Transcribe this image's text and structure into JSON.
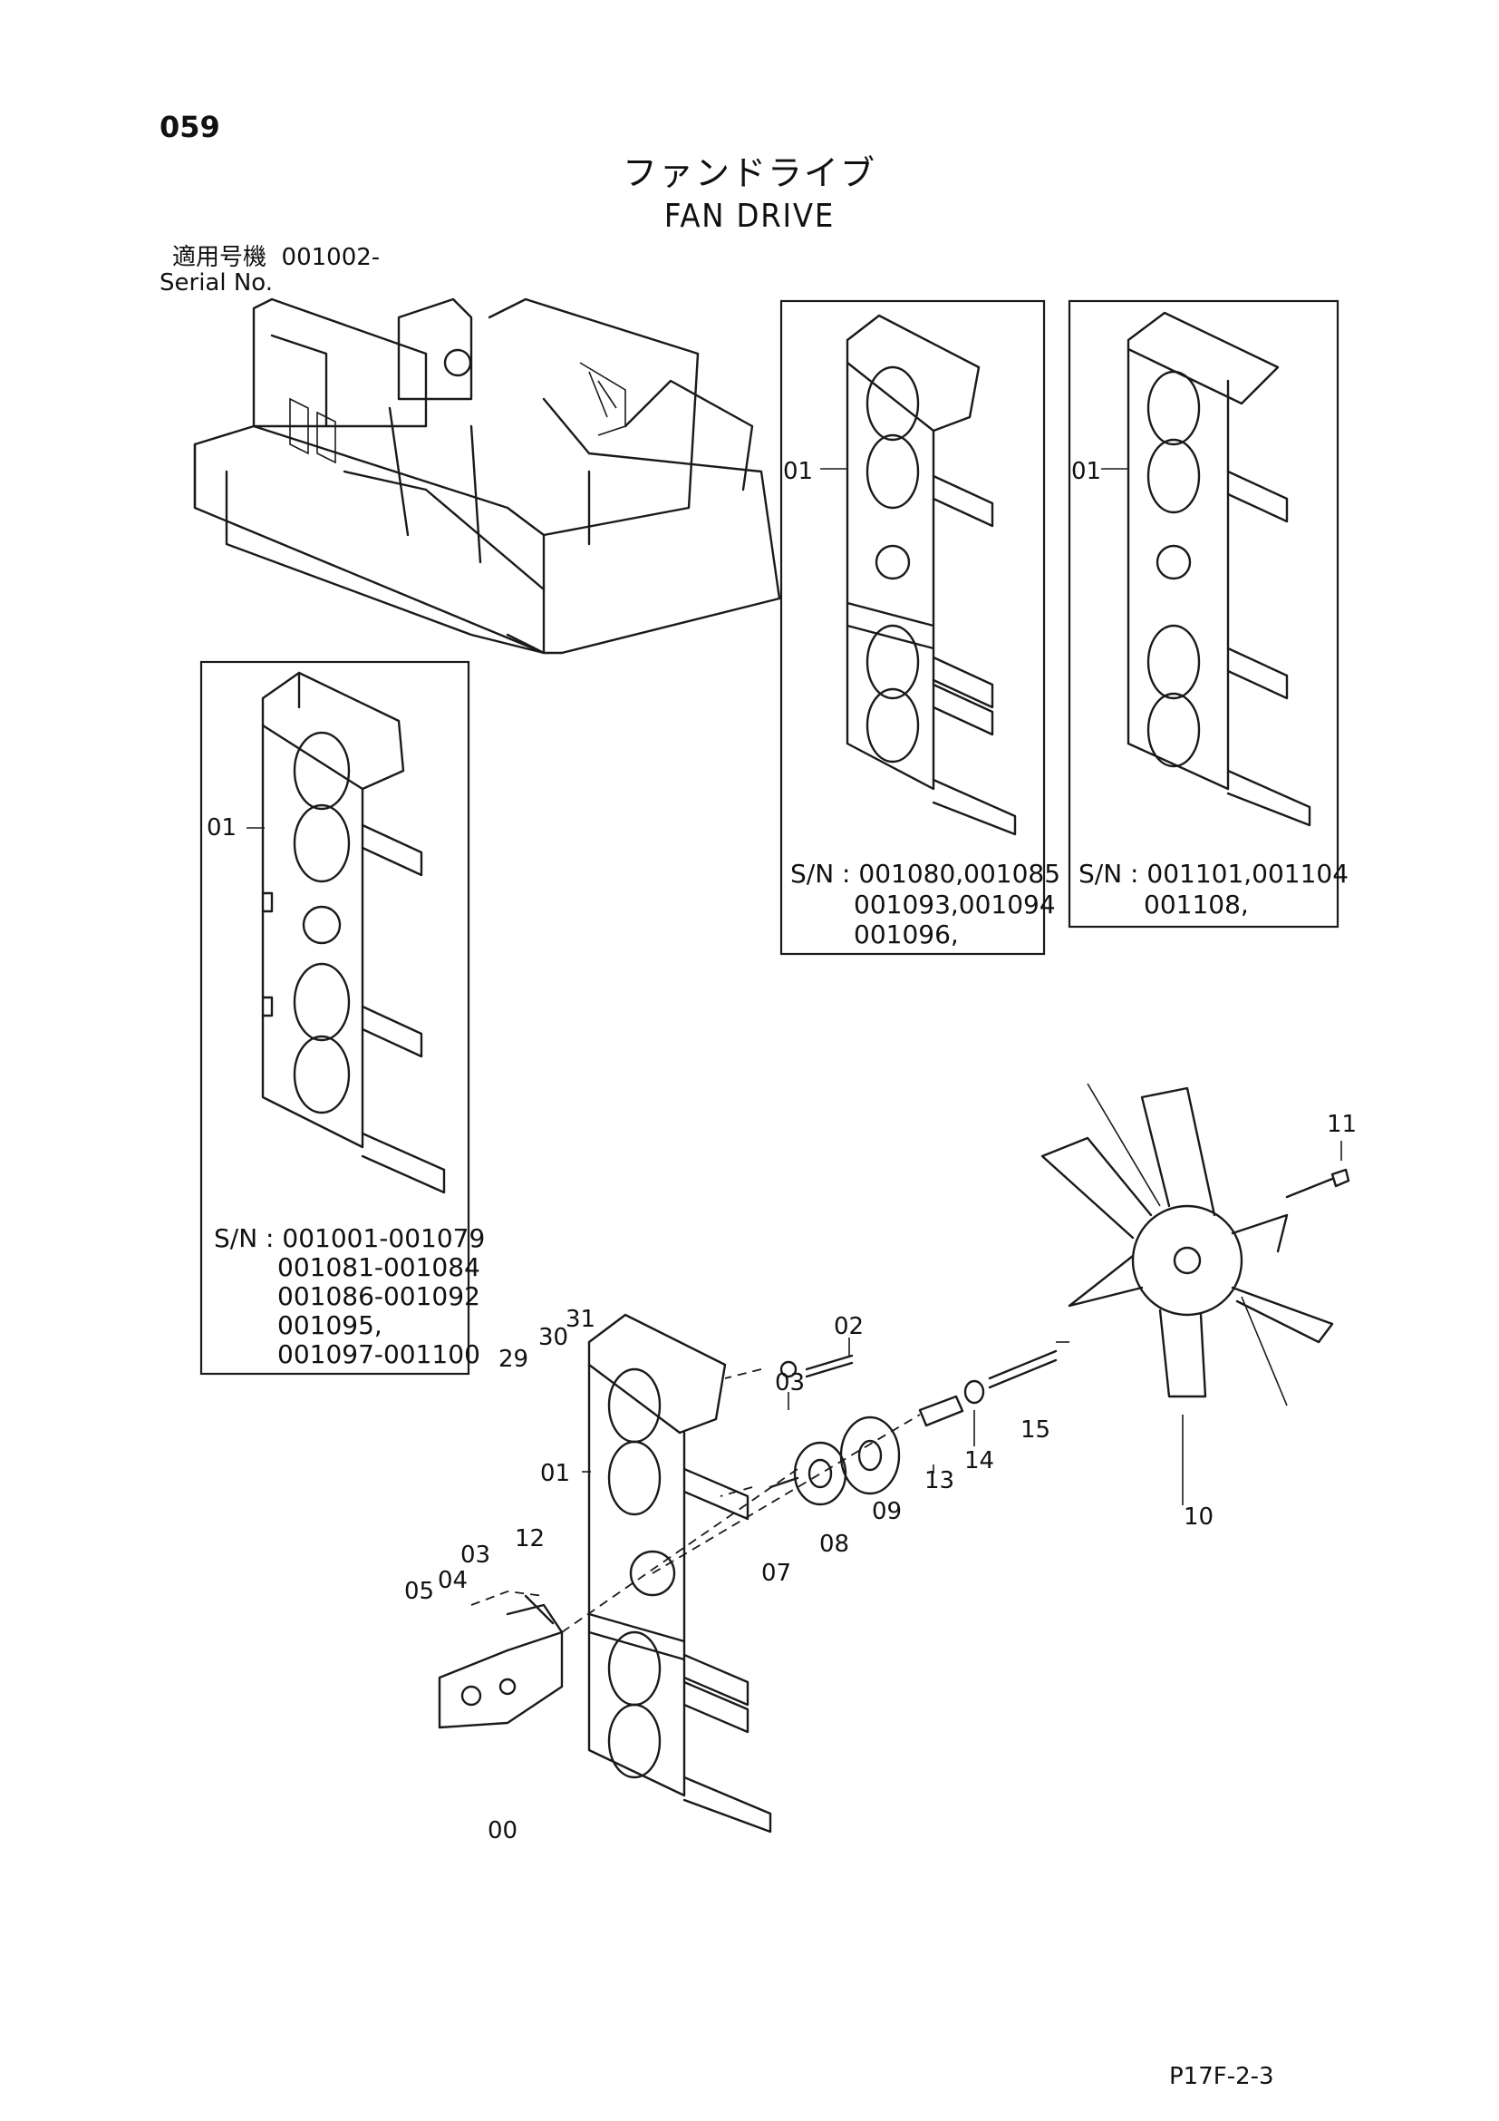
{
  "page_number": "059",
  "title_jp": "ファンドライブ",
  "title_en": "FAN DRIVE",
  "serial_label_jp": "適用号機  001002-",
  "serial_label_en": "Serial No.",
  "footer_code": "P17F-2-3",
  "inset_left": {
    "part_label": "01",
    "sn_lines": [
      "S/N : 001001-001079",
      "001081-001084",
      "001086-001092",
      "001095,",
      "001097-001100"
    ]
  },
  "inset_mid": {
    "part_label": "01",
    "sn_lines": [
      "S/N : 001080,001085",
      "001093,001094",
      "001096,"
    ]
  },
  "inset_right": {
    "part_label": "01",
    "sn_lines": [
      "S/N : 001101,001104",
      "001108,"
    ]
  },
  "callouts": [
    "00",
    "01",
    "02",
    "03",
    "03",
    "04",
    "05",
    "07",
    "08",
    "09",
    "10",
    "11",
    "12",
    "13",
    "14",
    "15",
    "29",
    "30",
    "31"
  ]
}
